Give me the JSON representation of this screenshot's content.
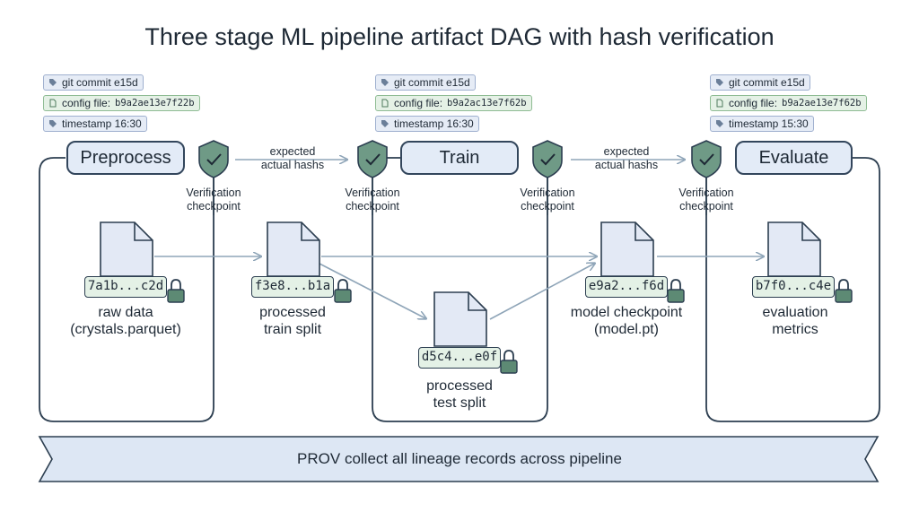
{
  "title": "Three stage ML pipeline artifact DAG with hash verification",
  "stages": [
    {
      "name": "Preprocess",
      "git": "git commit e15d",
      "config_label": "config file:",
      "config_hash": "b9a2ae13e7f22b",
      "timestamp": "timestamp 16:30"
    },
    {
      "name": "Train",
      "git": "git commit e15d",
      "config_label": "config file:",
      "config_hash": "b9a2ac13e7f62b",
      "timestamp": "timestamp 16:30"
    },
    {
      "name": "Evaluate",
      "git": "git commit e15d",
      "config_label": "config file:",
      "config_hash": "b9a2ae13e7f62b",
      "timestamp": "timestamp 15:30"
    }
  ],
  "checkpoints": [
    {
      "label": "Verification\ncheckpoint"
    },
    {
      "label": "Verification\ncheckpoint"
    },
    {
      "label": "Verification\ncheckpoint"
    },
    {
      "label": "Verification\ncheckpoint"
    }
  ],
  "hash_notes": [
    {
      "label": "expected\nactual hashs"
    },
    {
      "label": "expected\nactual hashs"
    }
  ],
  "artifacts": [
    {
      "hash": "7a1b...c2d",
      "label": "raw data\n(crystals.parquet)"
    },
    {
      "hash": "f3e8...b1a",
      "label": "processed\ntrain split"
    },
    {
      "hash": "d5c4...e0f",
      "label": "processed\ntest split"
    },
    {
      "hash": "e9a2...f6d",
      "label": "model checkpoint\n(model.pt)"
    },
    {
      "hash": "b7f0...c4e",
      "label": "evaluation\nmetrics"
    }
  ],
  "banner": "PROV collect all lineage records across pipeline",
  "colors": {
    "stroke": "#2c3e50",
    "pill_fill": "#e3ebf7",
    "file_fill": "#e3e9f5",
    "hash_fill": "#e4f1e6",
    "shield_fill": "#6f9a86",
    "lock_fill": "#5d8a74",
    "arrow": "#8fa5b8",
    "banner_fill": "#dde7f4"
  }
}
